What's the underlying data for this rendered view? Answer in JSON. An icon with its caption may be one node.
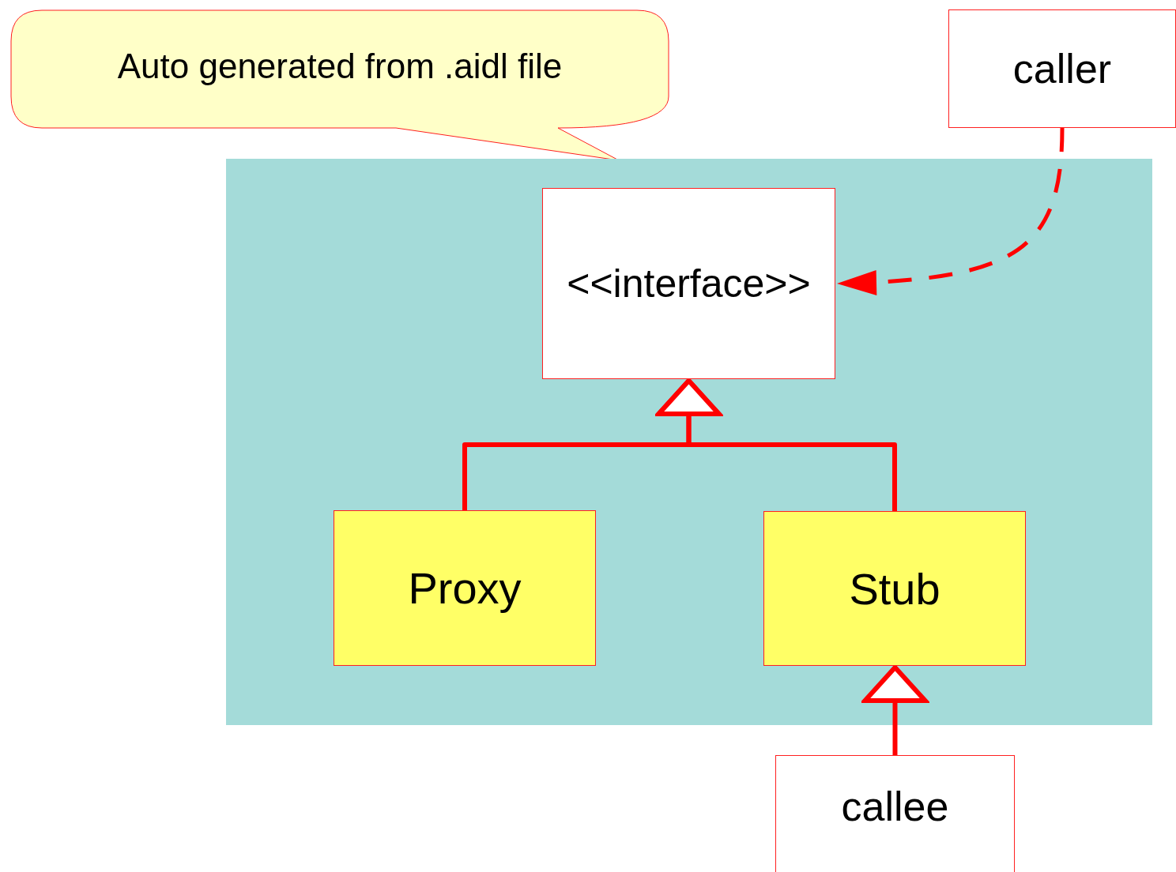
{
  "diagram": {
    "nodes": [
      {
        "text": [
          "Auto generated from .aidl file"
        ]
      },
      {
        "text": [
          "caller"
        ]
      },
      {
        "text": [],
        "shape": "box"
      },
      {
        "text": [
          "<<interface>>"
        ],
        "in": 2
      },
      {
        "text": [
          "Proxy"
        ],
        "in": 2
      },
      {
        "text": [
          "Stub"
        ],
        "in": 2
      },
      {
        "text": [
          "callee"
        ]
      }
    ],
    "edges": [
      {
        "from": 1,
        "to": 3,
        "arrow": "to",
        "style": "dashed"
      },
      {
        "from": 4,
        "to": 3,
        "arrow": "to"
      },
      {
        "from": 5,
        "to": 3,
        "arrow": "to"
      },
      {
        "from": 6,
        "to": 5,
        "arrow": "to"
      }
    ]
  }
}
